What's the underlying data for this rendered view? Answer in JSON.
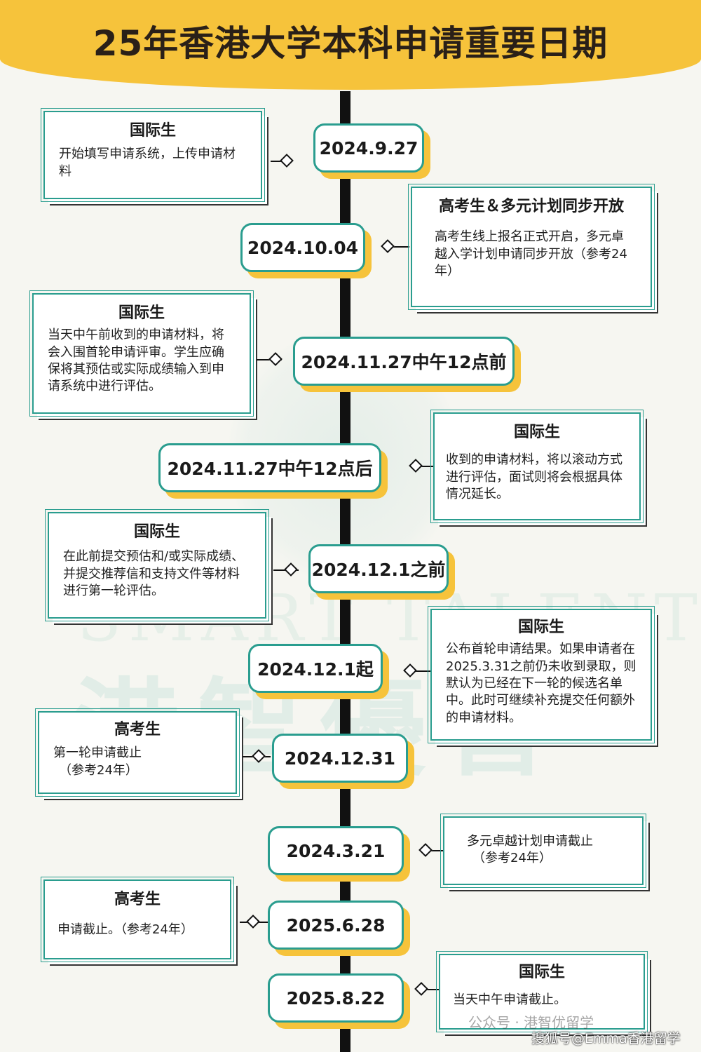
{
  "title": "25年香港大学本科申请重要日期",
  "colors": {
    "accent": "#2a9d8f",
    "highlight": "#f6c33b",
    "spine": "#111111"
  },
  "timeline": [
    {
      "date": "2024.9.27",
      "title": "国际生",
      "text": "开始填写申请系统，上传申请材料"
    },
    {
      "date": "2024.10.04",
      "title": "高考生＆多元计划同步开放",
      "text": "高考生线上报名正式开启，多元卓越入学计划申请同步开放（参考24年）"
    },
    {
      "date": "2024.11.27中午12点前",
      "title": "国际生",
      "text": "当天中午前收到的申请材料，将会入围首轮申请评审。学生应确保将其预估或实际成绩输入到申请系统中进行评估。"
    },
    {
      "date": "2024.11.27中午12点后",
      "title": "国际生",
      "text": "收到的申请材料，将以滚动方式进行评估，面试则将会根据具体情况延长。"
    },
    {
      "date": "2024.12.1之前",
      "title": "国际生",
      "text": "在此前提交预估和/或实际成绩、并提交推荐信和支持文件等材料进行第一轮评估。"
    },
    {
      "date": "2024.12.1起",
      "title": "国际生",
      "text": "公布首轮申请结果。如果申请者在2025.3.31之前仍未收到录取，则默认为已经在下一轮的候选名单中。此时可继续补充提交任何额外的申请材料。"
    },
    {
      "date": "2024.12.31",
      "title": "高考生",
      "text": "第一轮申请截止",
      "text2": "（参考24年）"
    },
    {
      "date": "2024.3.21",
      "title": "",
      "text": "多元卓越计划申请截止",
      "text2": "（参考24年）"
    },
    {
      "date": "2025.6.28",
      "title": "高考生",
      "text": "申请截止。（参考24年）"
    },
    {
      "date": "2025.8.22",
      "title": "国际生",
      "text": "当天中午申请截止。"
    }
  ],
  "watermark": {
    "en": "SMART TALENT",
    "cn": "港智優習"
  },
  "footer": {
    "badge": "公众号 · 港智优留学",
    "source": "搜狐号@Emma香港留学"
  }
}
